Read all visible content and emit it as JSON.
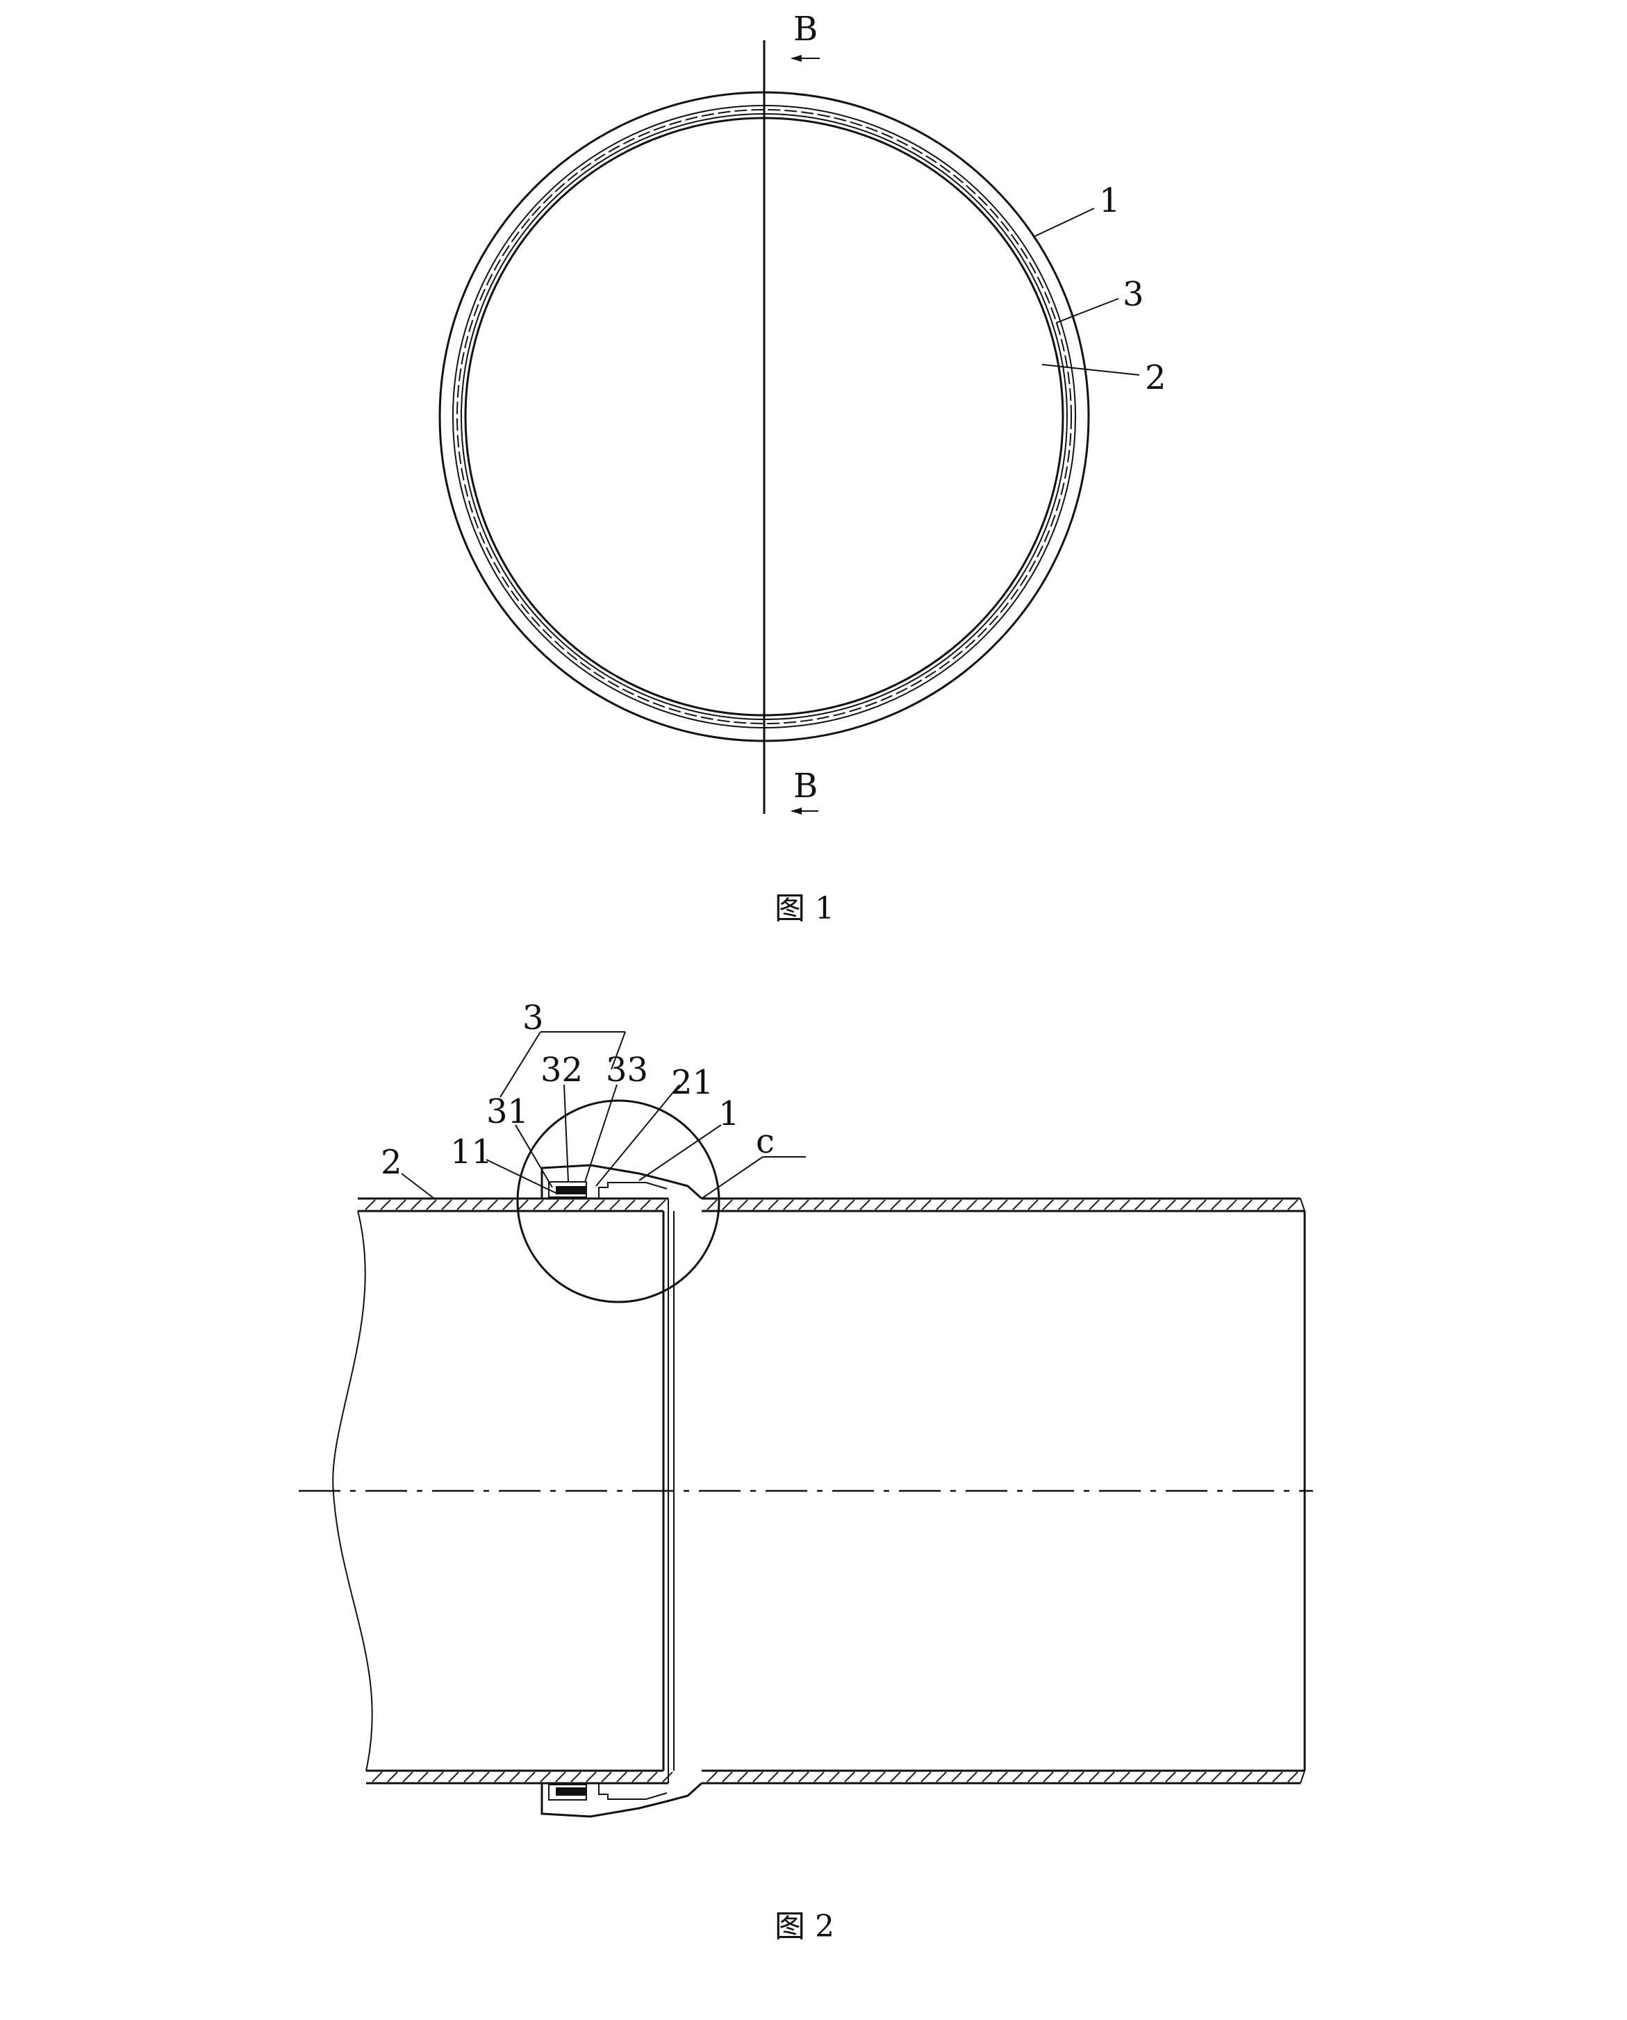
{
  "figure1": {
    "caption": "图 1",
    "section_marker_top": "B",
    "section_marker_bottom": "B",
    "labels": [
      "1",
      "3",
      "2"
    ]
  },
  "figure2": {
    "caption": "图 2",
    "labels": {
      "group": "3",
      "part31": "31",
      "part32": "32",
      "part33": "33",
      "part21": "21",
      "part1": "1",
      "detail": "c",
      "part11": "11",
      "part2": "2"
    }
  }
}
